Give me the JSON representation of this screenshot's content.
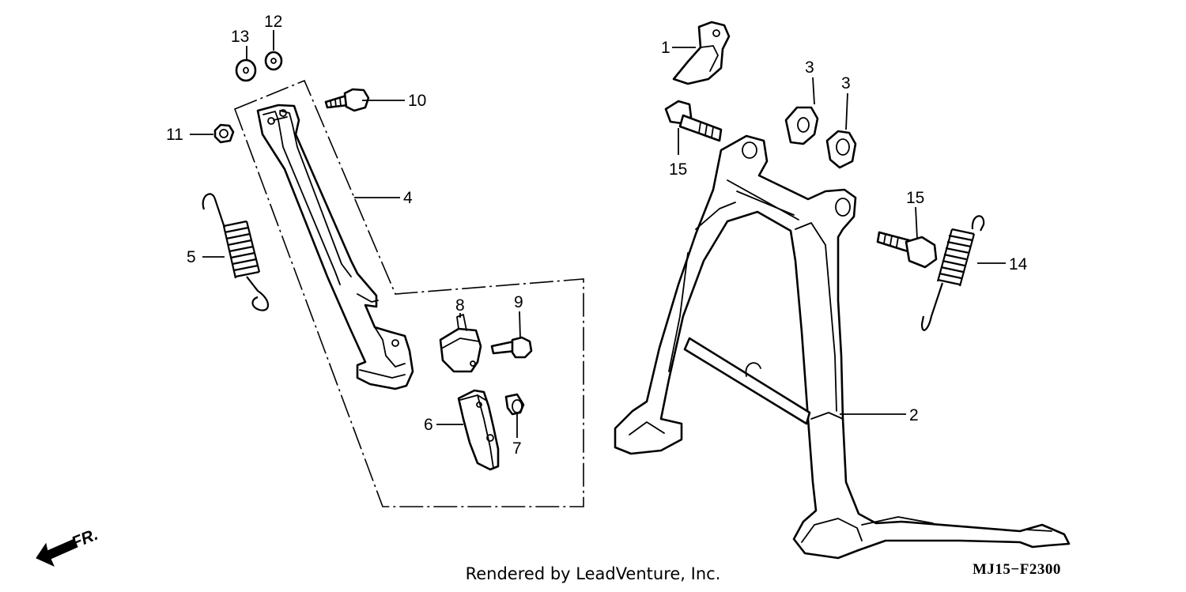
{
  "footer": {
    "credit": "Rendered by LeadVenture, Inc.",
    "diagram_code": "MJ15−F2300"
  },
  "direction_marker": {
    "label": "FR.",
    "icon": "front-direction-arrow-icon"
  },
  "callouts": {
    "c1": "1",
    "c2": "2",
    "c3a": "3",
    "c3b": "3",
    "c4": "4",
    "c5": "5",
    "c6": "6",
    "c7": "7",
    "c8": "8",
    "c9": "9",
    "c10": "10",
    "c11": "11",
    "c12": "12",
    "c13": "13",
    "c14": "14",
    "c15a": "15",
    "c15b": "15"
  }
}
